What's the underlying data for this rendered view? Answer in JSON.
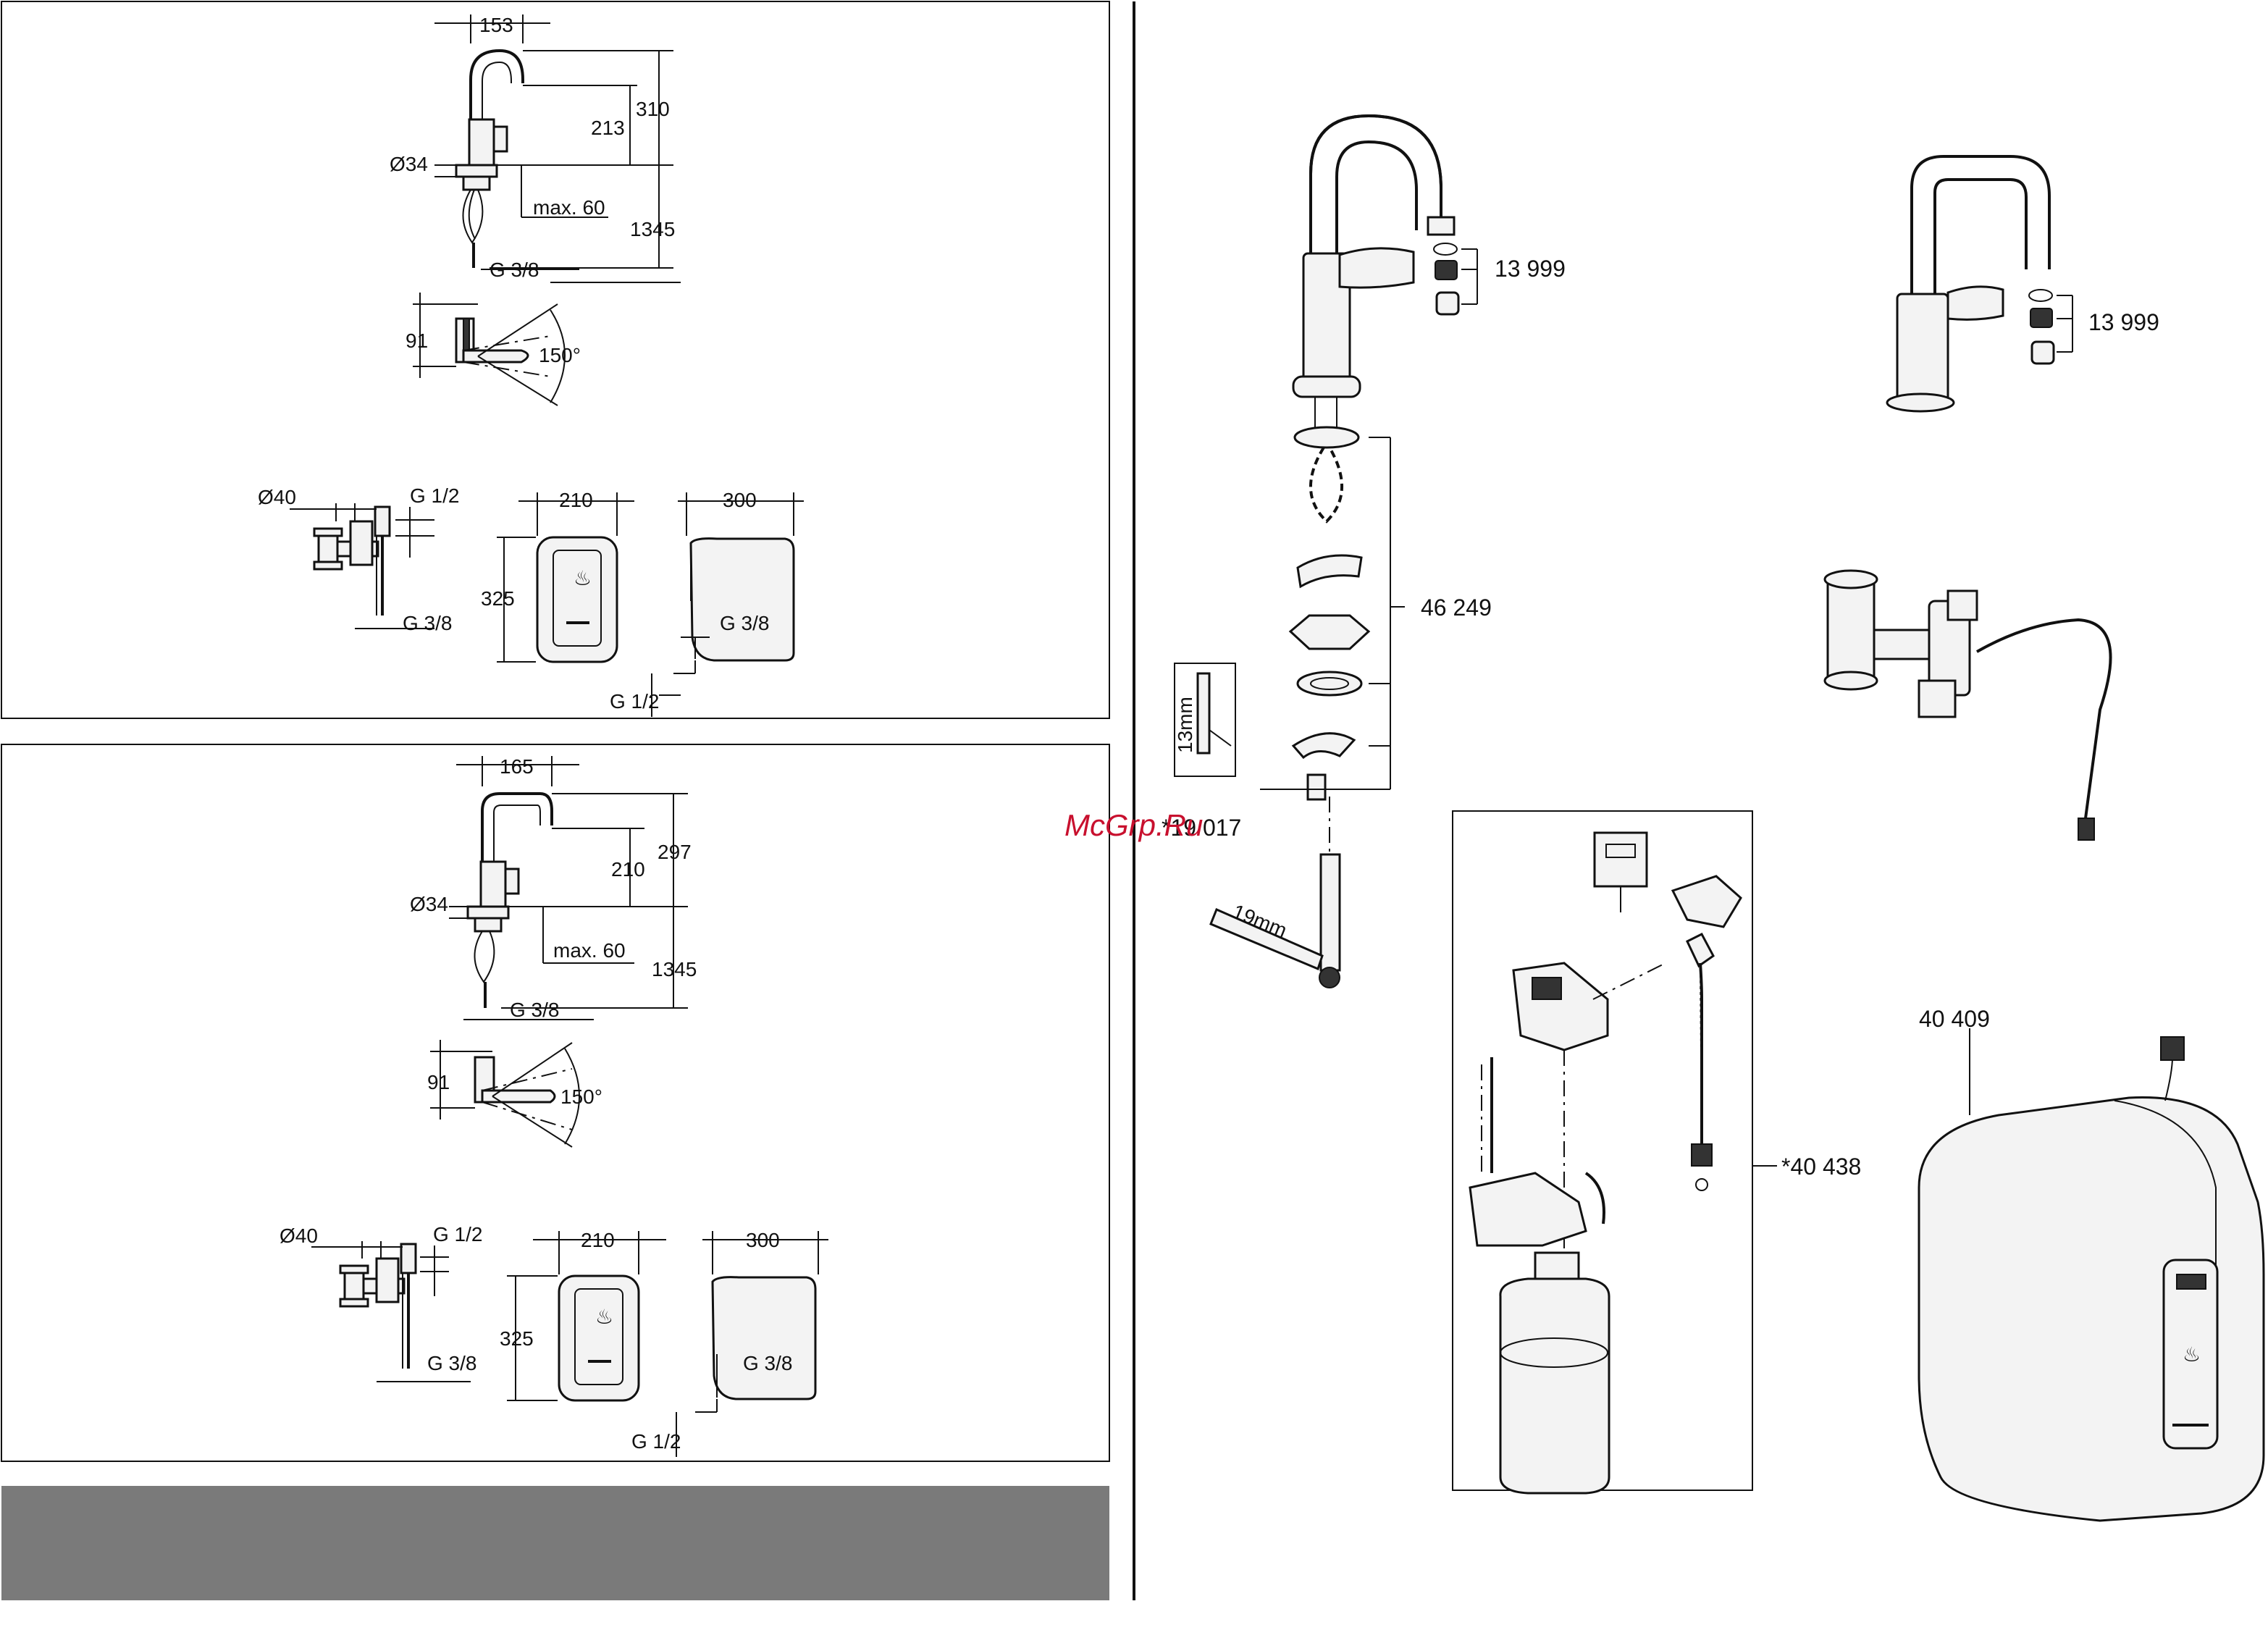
{
  "top_panel": {
    "dim_width_top": "153",
    "dim_height_total": "310",
    "dim_height_spout": "213",
    "dim_hole_diameter": "Ø34",
    "dim_max_thickness": "max. 60",
    "dim_hose_length": "1345",
    "dim_thread_outlet": "G 3/8",
    "dim_handle_depth": "91",
    "dim_swivel_angle": "150°",
    "dim_valve_diameter": "Ø40",
    "dim_valve_thread_top": "G 1/2",
    "dim_valve_thread_bottom": "G 3/8",
    "dim_boiler_width": "210",
    "dim_boiler_height": "325",
    "dim_boiler_depth": "300",
    "dim_boiler_thread_top": "G 3/8",
    "dim_boiler_thread_bottom": "G 1/2"
  },
  "bottom_panel": {
    "dim_width_top": "165",
    "dim_height_total": "297",
    "dim_height_spout": "210",
    "dim_hole_diameter": "Ø34",
    "dim_max_thickness": "max. 60",
    "dim_hose_length": "1345",
    "dim_thread_outlet": "G 3/8",
    "dim_handle_depth": "91",
    "dim_swivel_angle": "150°",
    "dim_valve_diameter": "Ø40",
    "dim_valve_thread_top": "G 1/2",
    "dim_valve_thread_bottom": "G 3/8",
    "dim_boiler_width": "210",
    "dim_boiler_height": "325",
    "dim_boiler_depth": "300",
    "dim_boiler_thread_top": "G 3/8",
    "dim_boiler_thread_bottom": "G 1/2"
  },
  "exploded": {
    "part_aerator_1": "13 999",
    "part_aerator_2": "13 999",
    "part_mount_kit": "46 249",
    "part_tool_size_1": "13mm",
    "part_tool_code": "*19 017",
    "part_wrench_size": "19mm",
    "part_filter_kit": "*40 438",
    "part_boiler": "40 409"
  },
  "watermark": "McGrp.Ru",
  "colors": {
    "line": "#111111",
    "footer_bar": "#7a7a7a",
    "watermark": "#c8102e"
  }
}
